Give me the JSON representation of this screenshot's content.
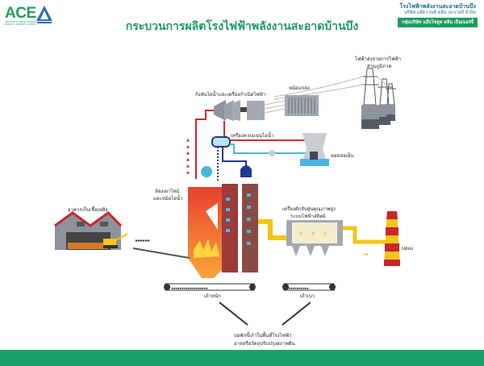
{
  "header": {
    "logo_text": "ACE",
    "logo_subtext": "ABSOLUTE CLEAN ENERGY PUBLIC COMPANY LIMITED",
    "title": "กระบวนการผลิตโรงไฟฟ้าพลังงานสะอาดบ้านบึง",
    "company_name": "โรงไฟฟ้าพลังงานสะอาดบ้านบึง",
    "company_sub": "บริษัท แอ๊ดวานซ์ คลีน เพาเวอร์ จำกัด",
    "group_badge": "กลุ่มบริษัท แอ๊บโซลูท คลีน เอ็นเนอร์จี้"
  },
  "labels": {
    "power_lines": "ไฟฟ้าส่งจ่ายการไฟฟ้า",
    "power_lines_2": "ส่วนภูมิภาค",
    "transformer": "หม้อแปลง",
    "turbine": "กังหันไอน้ำและเครื่องกำเนิดไฟฟ้า",
    "condenser": "เครื่องควบแน่นไอน้ำ",
    "cooling_tower": "หอหล่อเย็น",
    "boiler": "ห้องเผาไหม้",
    "boiler_2": "และหม้อไอน้ำ",
    "fuel_storage": "อาคารเก็บเชื้อเพลิง",
    "esp": "เครื่องดักจับฝุ่นคุณภาพสูง",
    "esp_2": "ระบบไฟฟ้าสถิตย์",
    "stack": "ปล่อง",
    "bottom_ash": "เถ้าหนัก",
    "fly_ash": "เถ้าเบา",
    "ash_disposal": "บ่อพักขี้เถ้าในพื้นที่โรงไฟฟ้า",
    "ash_disposal_2": "อาจหรือวัตถุปรับปรุงสภาพดิน"
  },
  "colors": {
    "brand_green": "#1f9a5e",
    "steam_red": "#d8262e",
    "water_blue": "#1e3a8a",
    "cool_blue": "#4bb5e0",
    "flue_yellow": "#f5c518",
    "stack_red": "#c8272d"
  }
}
